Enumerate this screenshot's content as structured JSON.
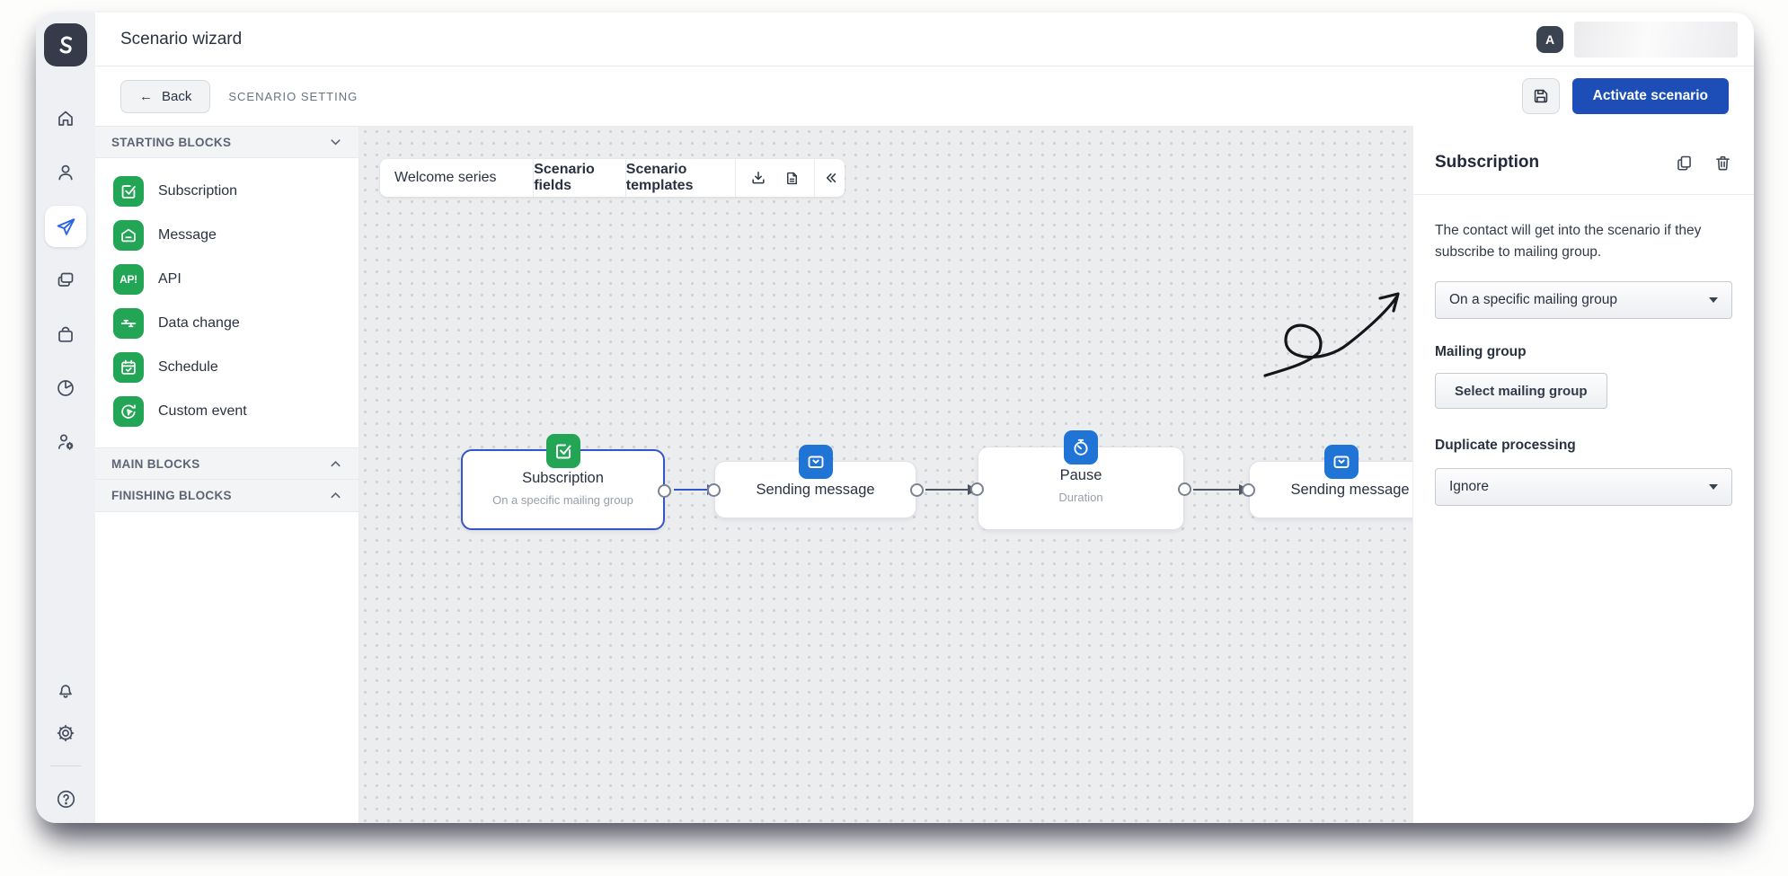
{
  "header": {
    "title": "Scenario wizard",
    "avatar_initial": "A"
  },
  "actionbar": {
    "back": "Back",
    "back_arrow": "←",
    "breadcrumb": "SCENARIO SETTING",
    "activate": "Activate scenario"
  },
  "rail": {
    "items": [
      "home",
      "contacts",
      "campaigns",
      "templates",
      "store",
      "analytics",
      "account",
      "notifications",
      "settings",
      "help"
    ],
    "active": "campaigns"
  },
  "blocks": {
    "sections": {
      "starting": "STARTING BLOCKS",
      "main": "MAIN BLOCKS",
      "finishing": "FINISHING BLOCKS"
    },
    "starting_items": [
      {
        "label": "Subscription",
        "icon": "checkbox-icon"
      },
      {
        "label": "Message",
        "icon": "envelope-icon"
      },
      {
        "label": "API",
        "icon": "api-icon",
        "badge": "AP!"
      },
      {
        "label": "Data change",
        "icon": "sliders-icon"
      },
      {
        "label": "Schedule",
        "icon": "calendar-icon"
      },
      {
        "label": "Custom event",
        "icon": "custom-event-icon"
      }
    ]
  },
  "canvas": {
    "toolbar": {
      "scenario_name": "Welcome series",
      "tab_fields": "Scenario fields",
      "tab_templates": "Scenario templates"
    },
    "nodes": [
      {
        "title": "Subscription",
        "subtitle": "On a specific mailing group",
        "selected": true,
        "icon_color": "green"
      },
      {
        "title": "Sending message",
        "icon_color": "blue"
      },
      {
        "title": "Pause",
        "subtitle": "Duration",
        "icon_color": "blue"
      },
      {
        "title": "Sending message",
        "icon_color": "blue"
      }
    ]
  },
  "inspector": {
    "title": "Subscription",
    "description": "The contact will get into the scenario if they subscribe to mailing group.",
    "trigger_value": "On a specific mailing group",
    "mailing_group_label": "Mailing group",
    "select_group_button": "Select mailing group",
    "duplicate_label": "Duplicate processing",
    "duplicate_value": "Ignore"
  },
  "colors": {
    "green": "#22a554",
    "node_blue": "#1f74d6",
    "accent_blue": "#1d4eb8",
    "selected_border": "#3355c8"
  }
}
